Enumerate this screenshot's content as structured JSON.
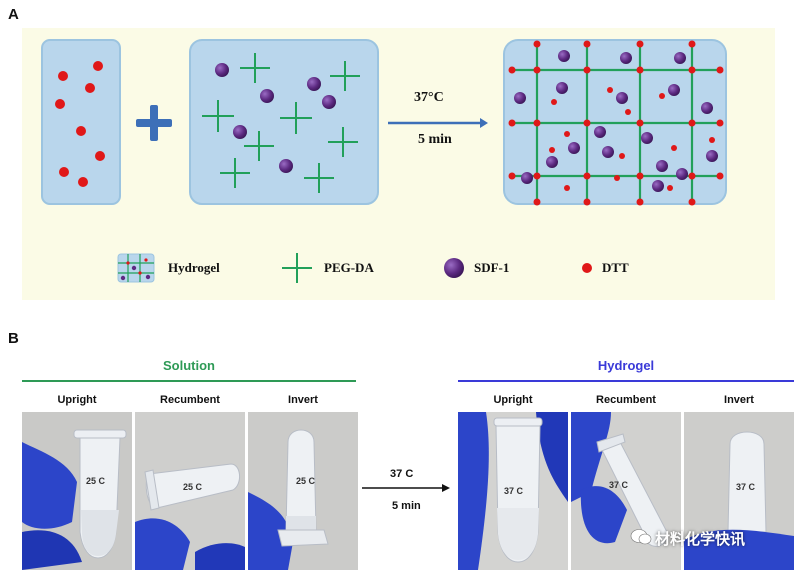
{
  "panel_a": {
    "letter": "A",
    "arrow_temp": "37°C",
    "arrow_time": "5 min",
    "legend": {
      "hydrogel": "Hydrogel",
      "pegda": "PEG-DA",
      "sdf1": "SDF-1",
      "dtt": "DTT"
    }
  },
  "panel_b": {
    "letter": "B",
    "solution": {
      "title": "Solution",
      "labels": [
        "Upright",
        "Recumbent",
        "Invert"
      ],
      "temp": "25",
      "temp_unit": "C"
    },
    "hydrogel": {
      "title": "Hydrogel",
      "labels": [
        "Upright",
        "Recumbent",
        "Invert"
      ],
      "temp": "37",
      "temp_unit": "C"
    },
    "arrow_temp": "37",
    "arrow_temp_unit": "C",
    "arrow_time": "5 min"
  },
  "watermark": "材料化学快讯",
  "colors": {
    "panel_bg": "#fbfbe6",
    "box_fill": "#b9d6ec",
    "pegda": "#22a05a",
    "sdf1": "#5d2a82",
    "dtt": "#e01818",
    "plus": "#3d6fb8",
    "solution_line": "#2e9a56",
    "hydrogel_line": "#3a3ad8",
    "glove": "#2c45c9"
  }
}
